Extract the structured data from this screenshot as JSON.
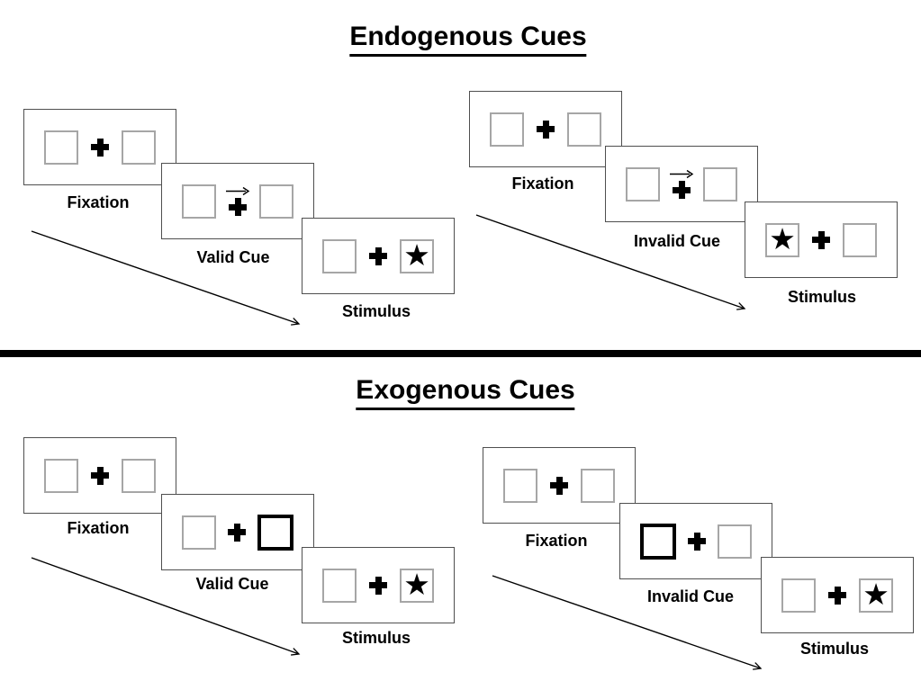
{
  "colors": {
    "background": "#ffffff",
    "ink": "#000000",
    "panel_border": "#4f4f4f",
    "box_border": "#a6a6a6",
    "thick_box_border": "#000000",
    "divider": "#000000"
  },
  "glyphs": {
    "star": "★",
    "fixation_cross": "+",
    "cue_arrow_direction": "right"
  },
  "sections": [
    {
      "name": "endogenous",
      "title": "Endogenous Cues",
      "cue_type": "central-arrow-above-fixation-cross",
      "groups": [
        {
          "name": "valid",
          "panels": [
            {
              "label": "Fixation",
              "left_box": "plain",
              "center": "plus",
              "right_box": "plain"
            },
            {
              "label": "Valid Cue",
              "left_box": "plain",
              "center": "plus-with-right-arrow",
              "right_box": "plain"
            },
            {
              "label": "Stimulus",
              "left_box": "plain",
              "center": "plus",
              "right_box": "star"
            }
          ]
        },
        {
          "name": "invalid",
          "panels": [
            {
              "label": "Fixation",
              "left_box": "plain",
              "center": "plus",
              "right_box": "plain"
            },
            {
              "label": "Invalid Cue",
              "left_box": "plain",
              "center": "plus-with-right-arrow",
              "right_box": "plain"
            },
            {
              "label": "Stimulus",
              "left_box": "star",
              "center": "plus",
              "right_box": "plain"
            }
          ]
        }
      ]
    },
    {
      "name": "exogenous",
      "title": "Exogenous Cues",
      "cue_type": "peripheral-box-highlight",
      "groups": [
        {
          "name": "valid",
          "panels": [
            {
              "label": "Fixation",
              "left_box": "plain",
              "center": "plus",
              "right_box": "plain"
            },
            {
              "label": "Valid Cue",
              "left_box": "plain",
              "center": "plus",
              "right_box": "thick"
            },
            {
              "label": "Stimulus",
              "left_box": "plain",
              "center": "plus",
              "right_box": "star"
            }
          ]
        },
        {
          "name": "invalid",
          "panels": [
            {
              "label": "Fixation",
              "left_box": "plain",
              "center": "plus",
              "right_box": "plain"
            },
            {
              "label": "Invalid Cue",
              "left_box": "thick",
              "center": "plus",
              "right_box": "plain"
            },
            {
              "label": "Stimulus",
              "left_box": "plain",
              "center": "plus",
              "right_box": "star"
            }
          ]
        }
      ]
    }
  ]
}
